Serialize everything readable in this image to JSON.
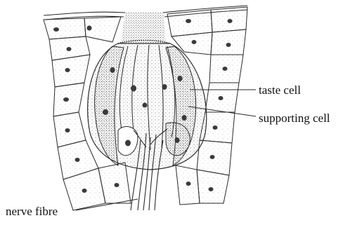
{
  "labels": {
    "taste_cell": "taste cell",
    "supporting_cell": "supporting cell",
    "nerve_fibre": "nerve fibre"
  },
  "colors": {
    "ink": "#2a2a2a",
    "stipple": "#8a8a8a",
    "nucleus": "#3a3a3a"
  }
}
